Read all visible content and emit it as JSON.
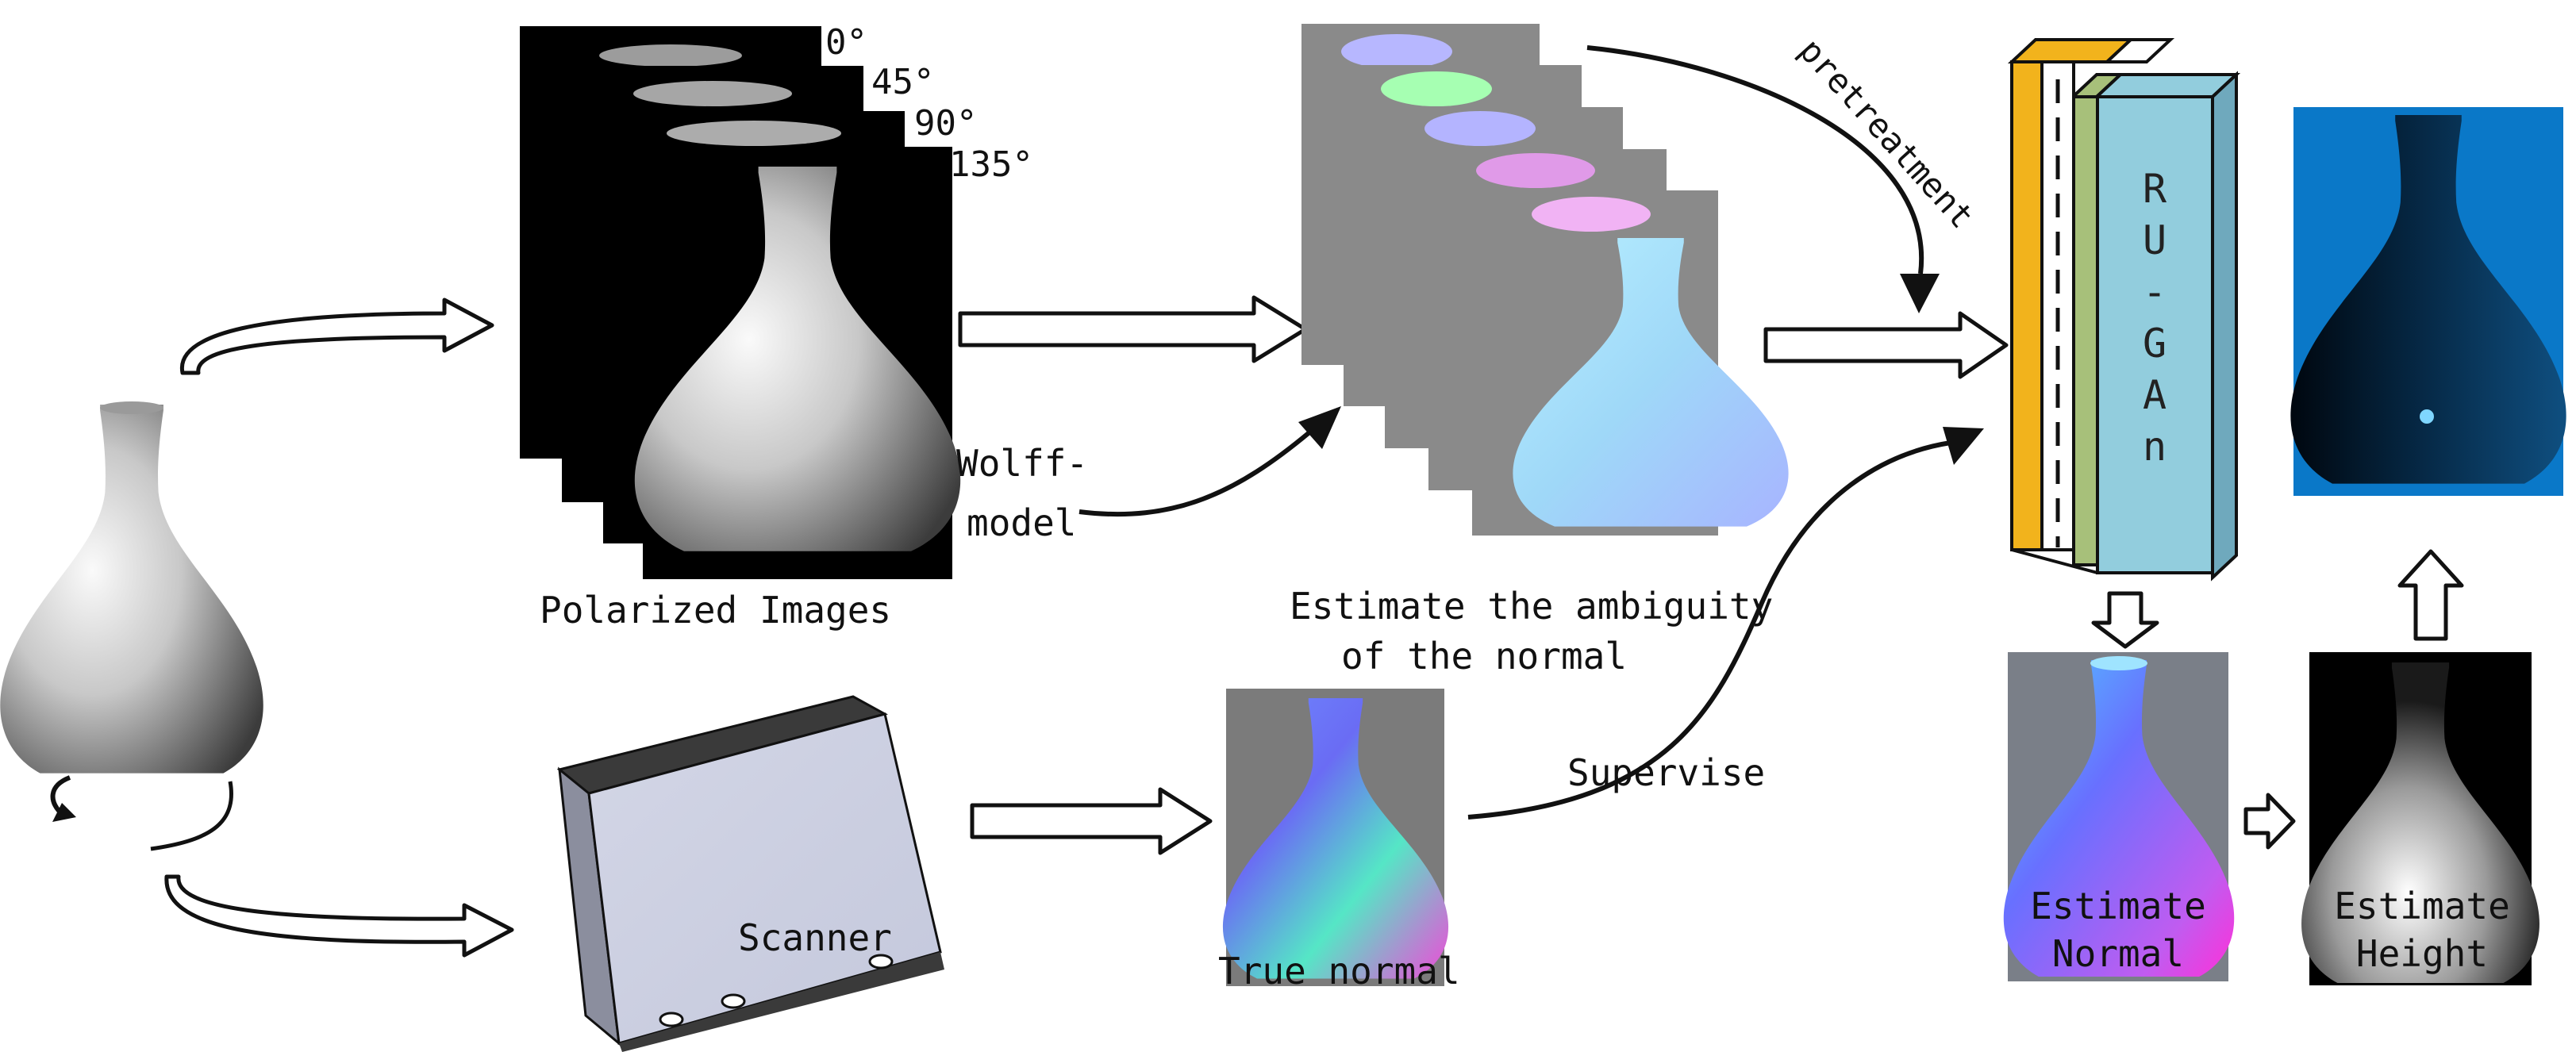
{
  "angles": [
    "0°",
    "45°",
    "90°",
    "135°"
  ],
  "labels": {
    "polarized": "Polarized Images",
    "ambiguity_line1": "Estimate the ambiguity",
    "ambiguity_line2": "of the normal",
    "wolff_line1": "Wolff-",
    "wolff_line2": "model",
    "pretreatment": "pretreatment",
    "scanner": "Scanner",
    "true_normal": "True normal",
    "supervise": "Supervise",
    "est_normal_line1": "Estimate",
    "est_normal_line2": "Normal",
    "est_height_line1": "Estimate",
    "est_height_line2": "Height"
  },
  "network": {
    "letters": [
      "R",
      "U",
      "-",
      "G",
      "A",
      "n"
    ]
  },
  "colors": {
    "network_yellow": "#f2b31c",
    "network_green": "#a7c07a",
    "network_blue": "#92cddd",
    "height_bg": "#0a78c8"
  }
}
